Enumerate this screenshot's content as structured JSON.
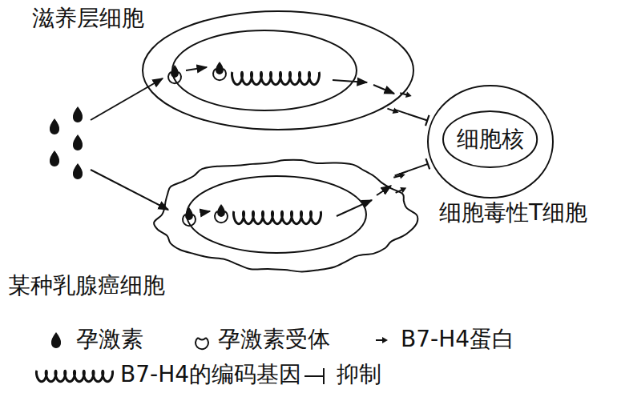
{
  "diagram": {
    "nodes": [
      {
        "text": [
          "滋养层细胞"
        ]
      },
      {
        "text": [
          "某种乳腺癌细胞"
        ]
      },
      {
        "text": [
          "细胞毒性T细胞"
        ]
      },
      {
        "text": [
          "细胞核"
        ],
        "in": 2
      }
    ],
    "edges": [
      {
        "from": 0,
        "to": 2,
        "arrow": "to"
      },
      {
        "from": 1,
        "to": 2,
        "arrow": "to"
      }
    ],
    "legend": [
      {
        "text": "孕激素"
      },
      {
        "text": "孕激素受体"
      },
      {
        "text": "B7-H4蛋白"
      },
      {
        "text": "B7-H4的编码基因"
      },
      {
        "text": "抑制"
      }
    ]
  }
}
